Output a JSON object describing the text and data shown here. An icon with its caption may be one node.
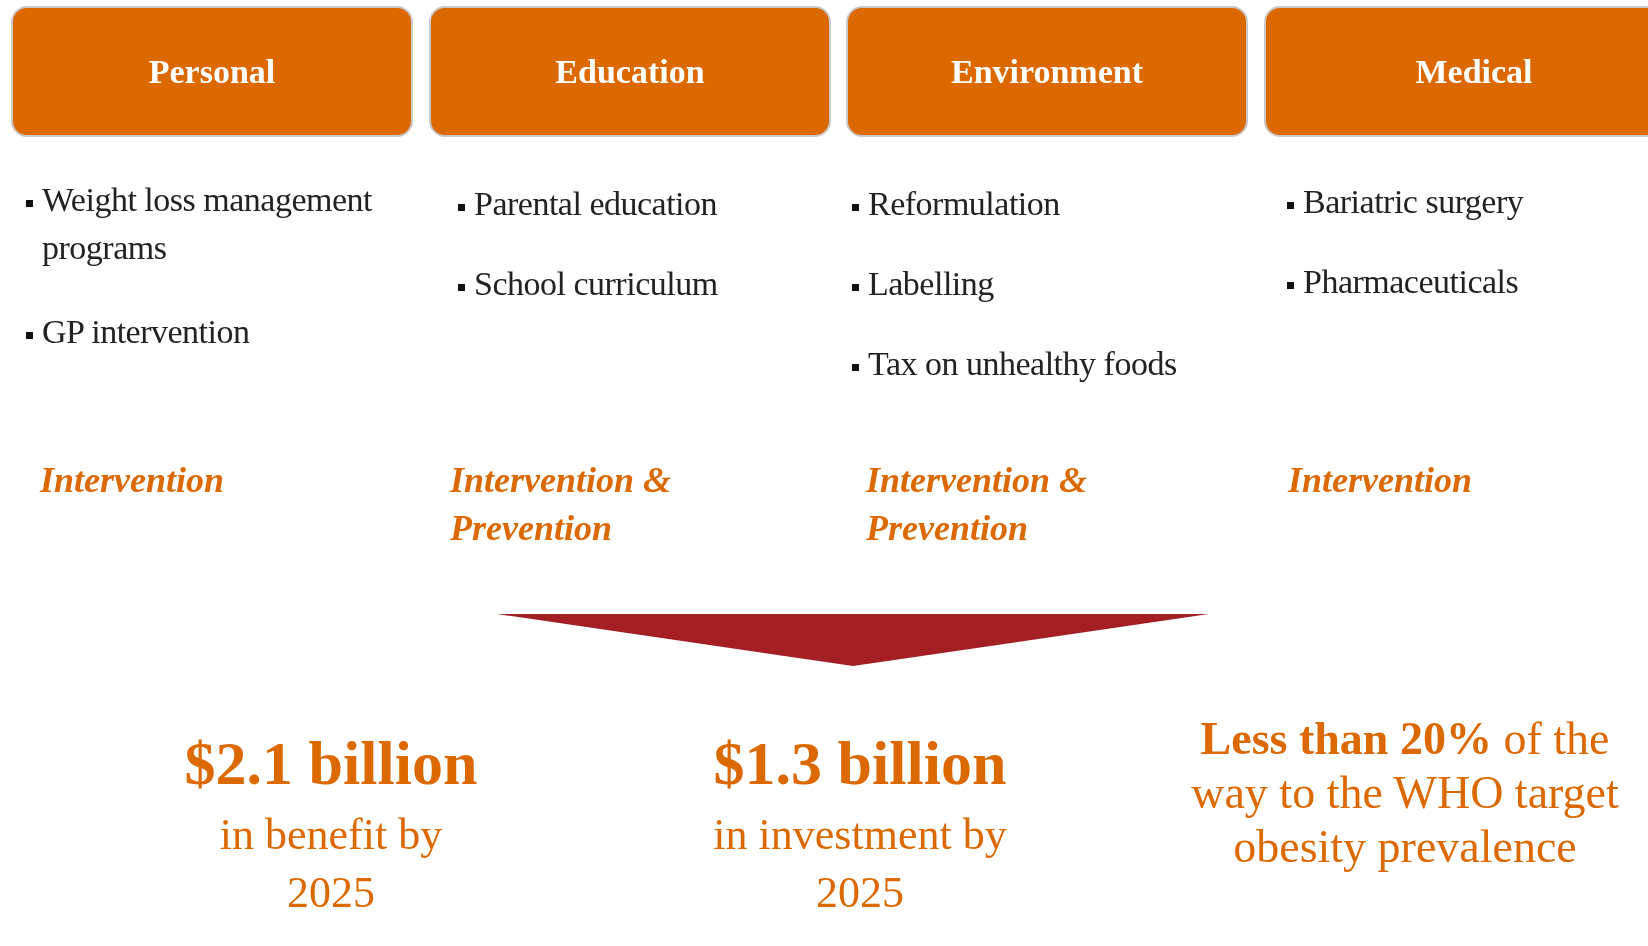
{
  "diagram": {
    "nodes": [
      {
        "text": [
          "Personal"
        ]
      },
      {
        "text": [
          "Education"
        ]
      },
      {
        "text": [
          "Environment"
        ]
      },
      {
        "text": [
          "Medical"
        ]
      },
      {
        "text": [],
        "shape": "triangle"
      }
    ],
    "labels": [
      "Weight loss management programs",
      "GP intervention",
      "Parental education",
      "School curriculum",
      "Reformulation",
      "Labelling",
      "Tax on unhealthy foods",
      "Bariatric surgery",
      "Pharmaceuticals",
      "Intervention",
      "Intervention & Prevention",
      "Intervention & Prevention",
      "Intervention",
      "$2.1 billion",
      "in benefit by 2025",
      "$1.3 billion",
      "in investment by 2025",
      "**Less than 20%** of the way to the WHO target obesity prevalence"
    ]
  }
}
